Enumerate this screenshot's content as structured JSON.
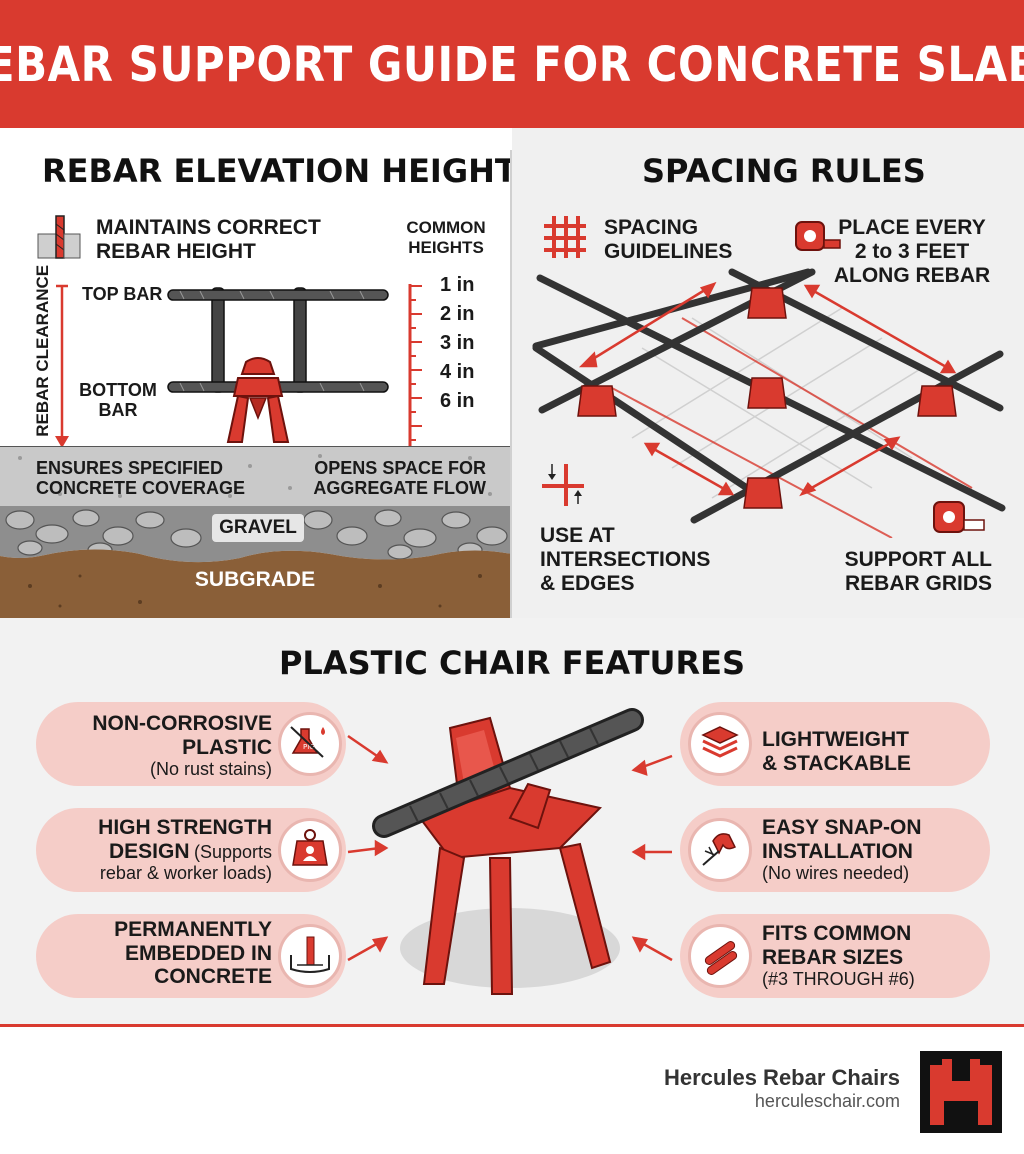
{
  "title": "REBAR SUPPORT GUIDE FOR CONCRETE SLABS",
  "elevation": {
    "title": "REBAR ELEVATION HEIGHTS",
    "maintains": [
      "MAINTAINS CORRECT",
      "REBAR HEIGHT"
    ],
    "common_heights_label": [
      "COMMON",
      "HEIGHTS"
    ],
    "heights": [
      "1 in",
      "2 in",
      "3 in",
      "4 in",
      "6 in"
    ],
    "top_bar": "TOP BAR",
    "bottom_bar": [
      "BOTTOM",
      "BAR"
    ],
    "clearance": "REBAR CLEARANCE",
    "coverage": [
      "ENSURES SPECIFIED",
      "CONCRETE COVERAGE"
    ],
    "aggregate": [
      "OPENS SPACE FOR",
      "AGGREGATE FLOW"
    ],
    "gravel": "GRAVEL",
    "subgrade": "SUBGRADE"
  },
  "spacing": {
    "title": "SPACING RULES",
    "guidelines": [
      "SPACING",
      "GUIDELINES"
    ],
    "place_every": [
      "PLACE EVERY",
      "2 to 3 FEET",
      "ALONG REBAR"
    ],
    "intersections": [
      "USE AT",
      "INTERSECTIONS",
      "& EDGES"
    ],
    "support_all": [
      "SUPPORT ALL",
      "REBAR GRIDS"
    ]
  },
  "features": {
    "title": "PLASTIC CHAIR FEATURES",
    "left": [
      {
        "bold": [
          "NON-CORROSIVE",
          "PLASTIC"
        ],
        "sub": "(No rust stains)",
        "icon": "non-corrosive-icon"
      },
      {
        "bold": [
          "HIGH STRENGTH",
          "DESIGN"
        ],
        "inline": "(Supports",
        "sub": "rebar & worker loads)",
        "icon": "weight-icon"
      },
      {
        "bold": [
          "PERMANENTLY",
          "EMBEDDED IN",
          "CONCRETE"
        ],
        "sub": "",
        "icon": "embedded-icon"
      }
    ],
    "right": [
      {
        "bold": [
          "LIGHTWEIGHT",
          "& STACKABLE"
        ],
        "sub": "",
        "icon": "stack-icon"
      },
      {
        "bold": [
          "EASY SNAP-ON",
          "INSTALLATION"
        ],
        "sub": "(No wires needed)",
        "icon": "snap-icon"
      },
      {
        "bold": [
          "FITS COMMON",
          "REBAR SIZES"
        ],
        "sub": "(#3 THROUGH #6)",
        "icon": "rebar-sizes-icon"
      }
    ],
    "icon_text": "PIG"
  },
  "footer": {
    "brand": "Hercules Rebar Chairs",
    "url": "herculeschair.com"
  },
  "colors": {
    "accent": "#d93a2f",
    "pill": "#f5cdc8",
    "rebar": "#3a3a3a"
  }
}
